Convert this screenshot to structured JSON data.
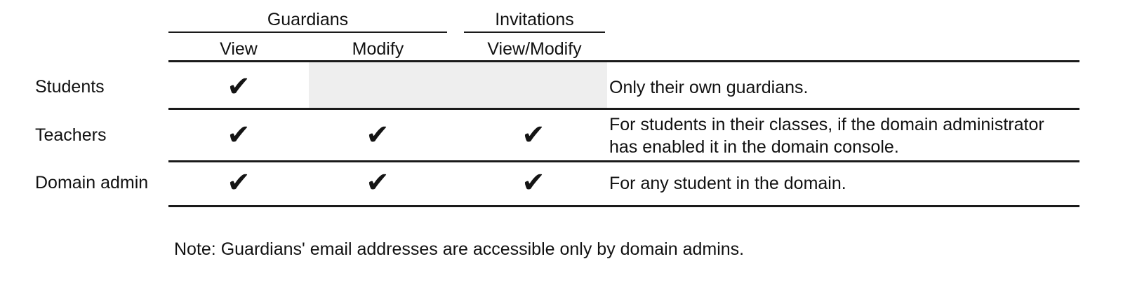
{
  "table": {
    "group_headers": [
      {
        "label": "Guardians"
      },
      {
        "label": "Invitations"
      }
    ],
    "column_headers": [
      {
        "label": "View"
      },
      {
        "label": "Modify"
      },
      {
        "label": "View/Modify"
      }
    ],
    "check_glyph": "✔",
    "rows": [
      {
        "label": "Students",
        "guardians_view": "✔",
        "guardians_modify": "",
        "invitations_view_modify": "",
        "description": "Only their own guardians."
      },
      {
        "label": "Teachers",
        "guardians_view": "✔",
        "guardians_modify": "✔",
        "invitations_view_modify": "✔",
        "description": "For students in their classes, if the domain administrator has enabled it in the domain console."
      },
      {
        "label": "Domain admin",
        "guardians_view": "✔",
        "guardians_modify": "✔",
        "invitations_view_modify": "✔",
        "description": "For any student in the domain."
      }
    ]
  },
  "footnote": "Note: Guardians' email addresses are accessible only by domain admins.",
  "colors": {
    "rule": "#1a1a1a",
    "shade": "#eeeeee",
    "text": "#111111",
    "background": "#ffffff"
  }
}
